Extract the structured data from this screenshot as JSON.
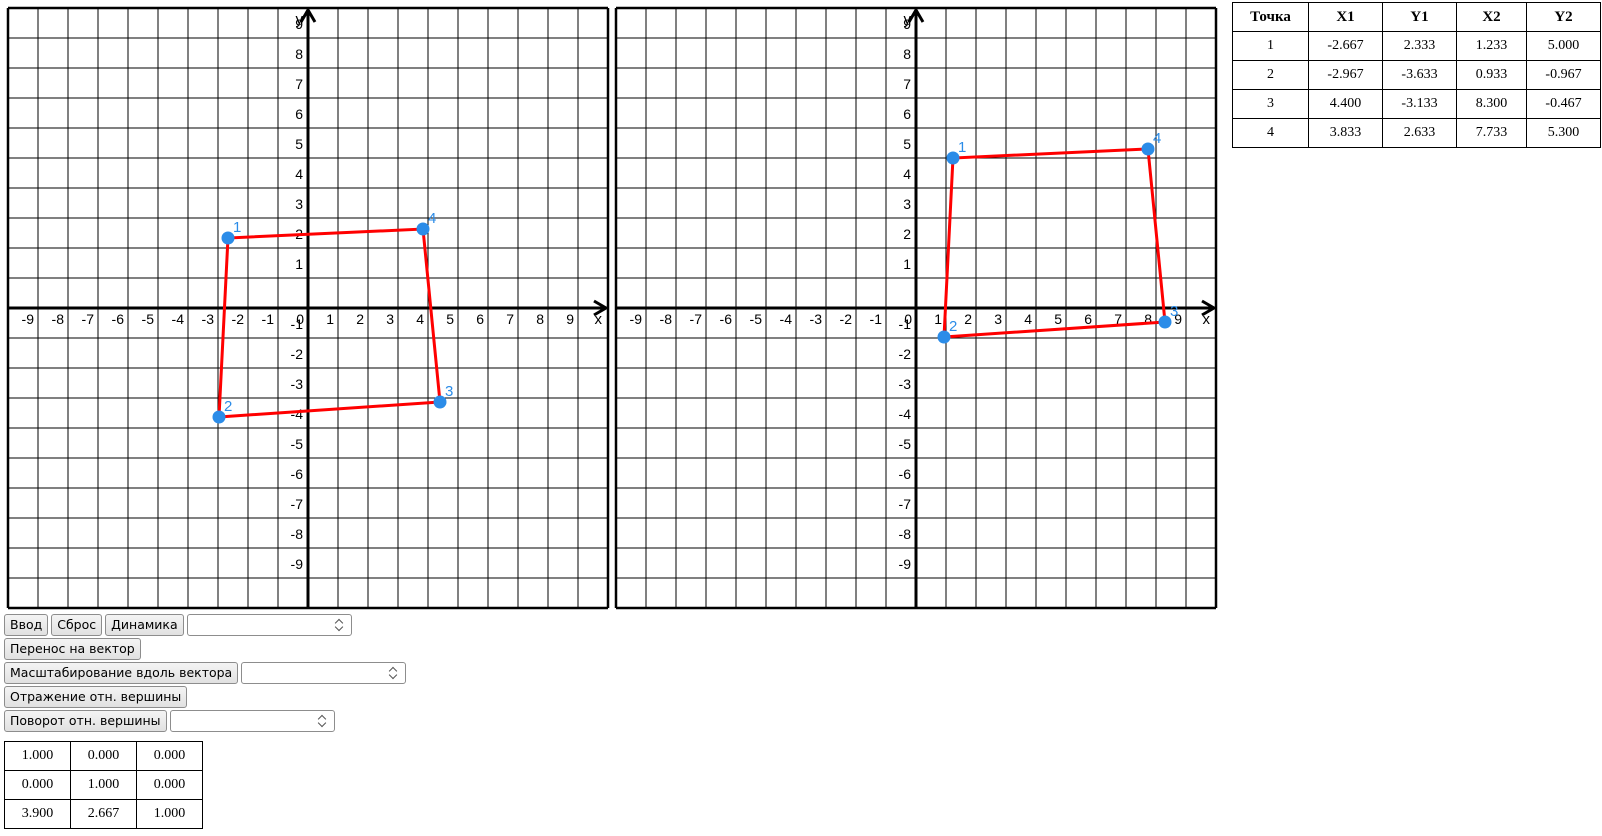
{
  "plots": {
    "x_axis_label": "x",
    "y_axis_label": "y",
    "tick_labels": [
      "-9",
      "-8",
      "-7",
      "-6",
      "-5",
      "-4",
      "-3",
      "-2",
      "-1",
      "0",
      "1",
      "2",
      "3",
      "4",
      "5",
      "6",
      "7",
      "8",
      "9"
    ],
    "colors": {
      "grid": "#000000",
      "polygon": "#ff0000",
      "points": "#2b8ce8"
    },
    "left": {
      "points": [
        {
          "label": "1",
          "x": -2.667,
          "y": 2.333
        },
        {
          "label": "2",
          "x": -2.967,
          "y": -3.633
        },
        {
          "label": "3",
          "x": 4.4,
          "y": -3.133
        },
        {
          "label": "4",
          "x": 3.833,
          "y": 2.633
        }
      ]
    },
    "right": {
      "points": [
        {
          "label": "1",
          "x": 1.233,
          "y": 5.0
        },
        {
          "label": "2",
          "x": 0.933,
          "y": -0.967
        },
        {
          "label": "3",
          "x": 8.3,
          "y": -0.467
        },
        {
          "label": "4",
          "x": 7.733,
          "y": 5.3
        }
      ]
    }
  },
  "points_table": {
    "headers": [
      "Точка",
      "X1",
      "Y1",
      "X2",
      "Y2"
    ],
    "rows": [
      [
        "1",
        "-2.667",
        "2.333",
        "1.233",
        "5.000"
      ],
      [
        "2",
        "-2.967",
        "-3.633",
        "0.933",
        "-0.967"
      ],
      [
        "3",
        "4.400",
        "-3.133",
        "8.300",
        "-0.467"
      ],
      [
        "4",
        "3.833",
        "2.633",
        "7.733",
        "5.300"
      ]
    ]
  },
  "controls": {
    "input_label": "Ввод",
    "reset_label": "Сброс",
    "dynamics_label": "Динамика",
    "dynamics_value": "",
    "translate_label": "Перенос на вектор",
    "scale_label": "Масштабирование вдоль вектора",
    "scale_value": "",
    "reflect_label": "Отражение отн. вершины",
    "rotate_label": "Поворот отн. вершины",
    "rotate_value": ""
  },
  "matrix": [
    [
      "1.000",
      "0.000",
      "0.000"
    ],
    [
      "0.000",
      "1.000",
      "0.000"
    ],
    [
      "3.900",
      "2.667",
      "1.000"
    ]
  ]
}
